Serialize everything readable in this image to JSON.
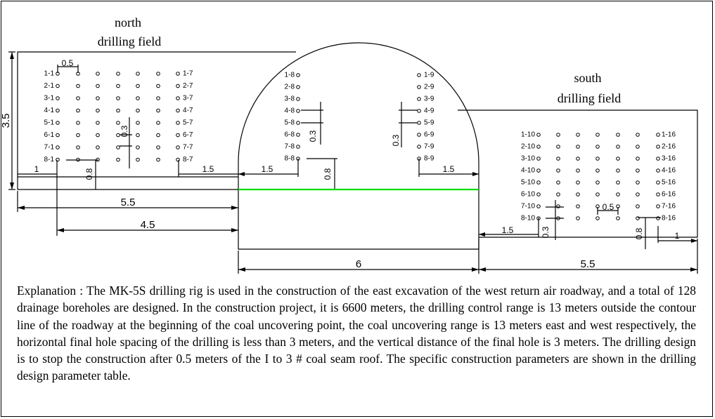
{
  "north_field": {
    "title_line1": "north",
    "title_line2": "drilling  field"
  },
  "south_field": {
    "title_line1": "south",
    "title_line2": "drilling  field"
  },
  "north_labels_left": [
    "1-1",
    "2-1",
    "3-1",
    "4-1",
    "5-1",
    "6-1",
    "7-1",
    "8-1"
  ],
  "north_labels_right": [
    "1-7",
    "2-7",
    "3-7",
    "4-7",
    "5-7",
    "6-7",
    "7-7",
    "8-7"
  ],
  "arch_labels_left": [
    "1-8",
    "2-8",
    "3-8",
    "4-8",
    "5-8",
    "6-8",
    "7-8",
    "8-8"
  ],
  "arch_labels_right": [
    "1-9",
    "2-9",
    "3-9",
    "4-9",
    "5-9",
    "6-9",
    "7-9",
    "8-9"
  ],
  "south_labels_left": [
    "1-10",
    "2-10",
    "3-10",
    "4-10",
    "5-10",
    "6-10",
    "7-10",
    "8-10"
  ],
  "south_labels_right": [
    "1-16",
    "2-16",
    "3-16",
    "4-16",
    "5-16",
    "6-16",
    "7-16",
    "8-16"
  ],
  "dimensions": {
    "height_north": "3.5",
    "spacing_north": "0.5",
    "vspacing_north": "0.3",
    "left_offset_north": "1",
    "bottom_offset_north": "0.8",
    "right_offset_north": "1.5",
    "width_north": "5.5",
    "span_north": "4.5",
    "arch_left_offset": "1.5",
    "arch_right_offset": "1.5",
    "arch_bottom_offset": "0.8",
    "arch_vspacing_left": "0.3",
    "arch_vspacing_right": "0.3",
    "width_arch": "6",
    "south_left_offset": "1.5",
    "south_vspacing": "0.3",
    "south_spacing": "0.5",
    "south_bottom_offset": "0.8",
    "south_right_offset": "1",
    "width_south": "5.5"
  },
  "colors": {
    "green_line": "#00dd00"
  },
  "explanation": "Explanation : The MK-5S drilling rig is used in the construction of the east excavation of the west return air roadway, and a total of 128 drainage boreholes are designed. In the construction project, it is 6600 meters, the drilling control range is 13 meters outside the contour line of the roadway at the beginning of the coal uncovering point, the coal uncovering range is 13 meters east and west respectively, the horizontal final hole spacing of the drilling is less than 3 meters, and the vertical distance of the final hole is 3 meters. The drilling design is to stop the construction after 0.5 meters of the I to 3 # coal seam roof. The specific construction parameters are shown in the drilling  design parameter table."
}
